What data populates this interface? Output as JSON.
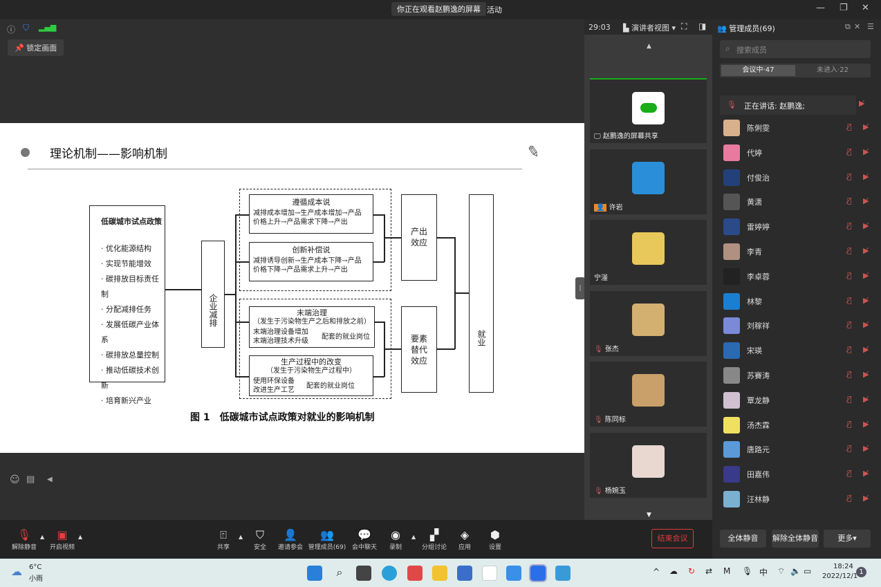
{
  "titlebar": {
    "title": "你正在观看赵鹏逸的屏幕",
    "suffix": "活动"
  },
  "stage": {
    "lock_label": "锁定画面"
  },
  "slide": {
    "heading": "理论机制——影响机制",
    "policy_title": "低碳城市试点政策",
    "policy_items": [
      "· 优化能源结构",
      "· 实现节能增效",
      "· 碳排放目标责任制",
      "· 分配减排任务",
      "· 发展低碳产业体系",
      "· 碳排放总量控制",
      "· 推动低碳技术创新",
      "· 培育新兴产业"
    ],
    "middle": "企业减排",
    "b1": {
      "title": "遵循成本说",
      "l1": "减排成本增加→生产成本增加→产品",
      "l2": "价格上升→产品需求下降→产出"
    },
    "b2": {
      "title": "创新补偿说",
      "l1": "减排诱导创新→生产成本下降→产品",
      "l2": "价格下降→产品需求上升→产出"
    },
    "b3": {
      "title": "末端治理",
      "sub": "（发生于污染物生产之后和排放之前）",
      "l1": "末端治理设备增加",
      "l2": "末端治理技术升级",
      "r": "配套的就业岗位"
    },
    "b4": {
      "title": "生产过程中的改变",
      "sub": "（发生于污染物生产过程中）",
      "l1": "使用环保设备",
      "l2": "改进生产工艺",
      "r": "配套的就业岗位"
    },
    "effect1": "产出效应",
    "effect2": "要素替代效应",
    "final": "就业",
    "caption": "图 1　低碳城市试点政策对就业的影响机制"
  },
  "video": {
    "timer": "29:03",
    "view_label": "演讲者视图",
    "tiles": [
      "赵鹏逸的屏幕共享",
      "许岩",
      "宁滏",
      "张杰",
      "陈同标",
      "杨婉玉"
    ]
  },
  "panel": {
    "title": "管理成员(69)",
    "search_placeholder": "搜索成员",
    "tab_in": "会议中·47",
    "tab_out": "未进入·22",
    "speaking": "正在讲话: 赵鹏逸;",
    "members": [
      "陈俐雯",
      "代婷",
      "付俊治",
      "黄潇",
      "雷婷婷",
      "李青",
      "李卓蓉",
      "林黎",
      "刘稼祥",
      "宋瑛",
      "苏賽涛",
      "覃龙静",
      "汤杰霖",
      "唐路元",
      "田嘉伟",
      "汪林静"
    ],
    "mute_all": "全体静音",
    "unmute_all": "解除全体静音",
    "more": "更多▾"
  },
  "toolbar": {
    "unmute": "解除静音",
    "video": "开启视频",
    "share": "共享",
    "security": "安全",
    "invite": "邀请参会",
    "members": "管理成员(69)",
    "chat": "会中聊天",
    "record": "录制",
    "breakout": "分组讨论",
    "apps": "应用",
    "settings": "设置",
    "end": "结束会议"
  },
  "taskbar": {
    "temp": "6°C",
    "weather": "小雨",
    "ime": "中",
    "time": "18:24",
    "date": "2022/12/1",
    "badge": "1"
  },
  "colors": {
    "accent": "#1aad19",
    "end": "#e03c3c"
  }
}
